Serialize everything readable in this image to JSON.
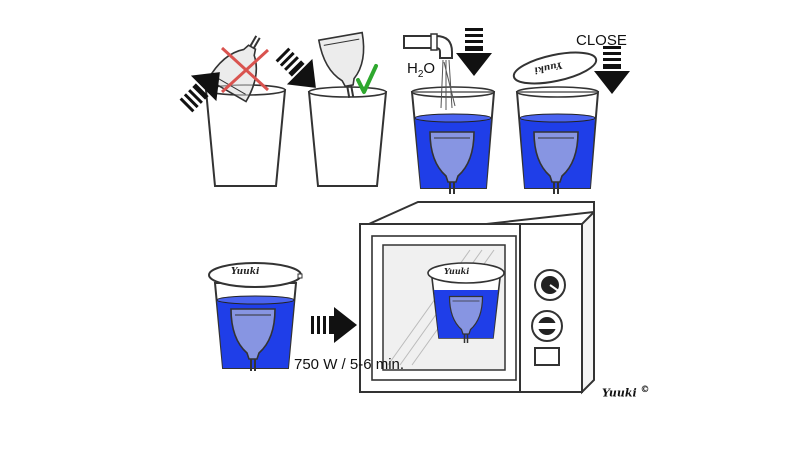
{
  "labels": {
    "close": "CLOSE",
    "water_base": "H",
    "water_sub": "2",
    "water_end": "O",
    "power": "750 W / 5-6 min.",
    "brand": "Yuuki",
    "copyright": "©"
  },
  "lid_texts": [
    "Yuuki",
    "Yuuki",
    "Yuuki"
  ],
  "colors": {
    "water": "#1f3ee8",
    "wrong_mark": "#d9534f",
    "check_mark": "#2ea82e",
    "outline": "#333333"
  },
  "icons": [
    "cross-icon",
    "check-icon",
    "faucet-icon",
    "arrow-icon",
    "microwave-icon",
    "menstrual-cup-icon"
  ]
}
